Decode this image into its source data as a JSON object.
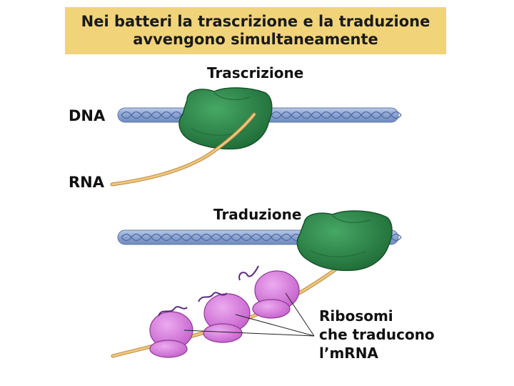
{
  "title": {
    "line1": "Nei batteri la trascrizione e la traduzione",
    "line2": "avvengono simultaneamente"
  },
  "labels": {
    "transcription": "Trascrizione",
    "dna": "DNA",
    "rna": "RNA",
    "translation": "Traduzione",
    "ribosomes_line1": "Ribosomi",
    "ribosomes_line2": "che traducono",
    "ribosomes_line3": "l’mRNA"
  },
  "colors": {
    "banner": "#f1d47a",
    "dna": "#8fa8d4",
    "polymerase": "#2e8a4a",
    "rna": "#e7b86a",
    "ribosome": "#d27ad6"
  }
}
